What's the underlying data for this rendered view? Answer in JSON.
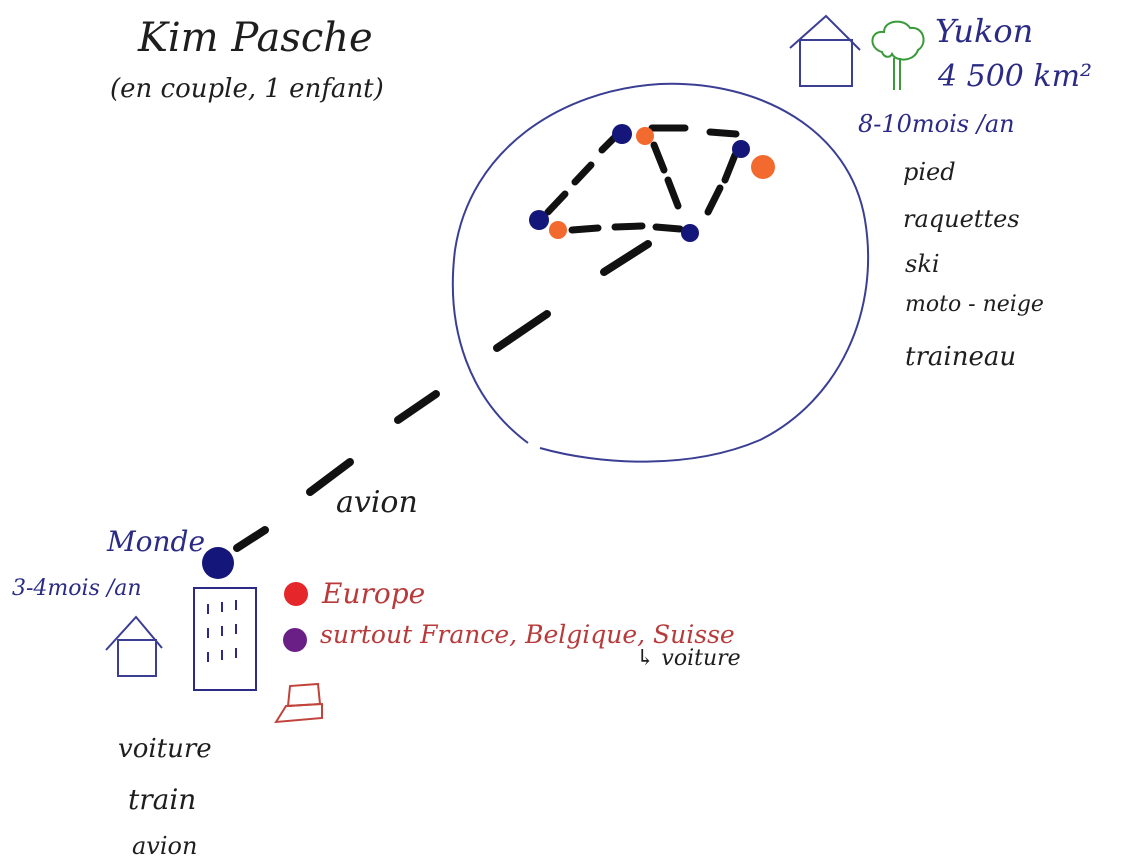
{
  "header": {
    "name": "Kim Pasche",
    "household": "(en couple, 1 enfant)"
  },
  "yukon": {
    "region": "Yukon",
    "area": "4 500 km²",
    "duration": "8-10mois /an",
    "transport": [
      "pied",
      "raquettes",
      "ski",
      "moto - neige",
      "traineau"
    ]
  },
  "route": {
    "label": "avion"
  },
  "world": {
    "label": "Monde",
    "duration": "3-4mois /an",
    "transport": [
      "voiture",
      "train",
      "avion"
    ],
    "legend": [
      {
        "label": "Europe",
        "color": "#e5262b"
      },
      {
        "label": "surtout France, Belgique, Suisse",
        "color": "#6a1f86"
      }
    ],
    "sub_note": "↳ voiture"
  },
  "colors": {
    "ink_black": "#1e1e1e",
    "ink_blue": "#2b2b86",
    "ink_green": "#3a8a3a",
    "ink_red": "#b83a3a",
    "dot_navy": "#15167a",
    "dot_orange": "#f26a2e",
    "dot_red": "#e5262b",
    "dot_purple": "#6a1f86"
  }
}
